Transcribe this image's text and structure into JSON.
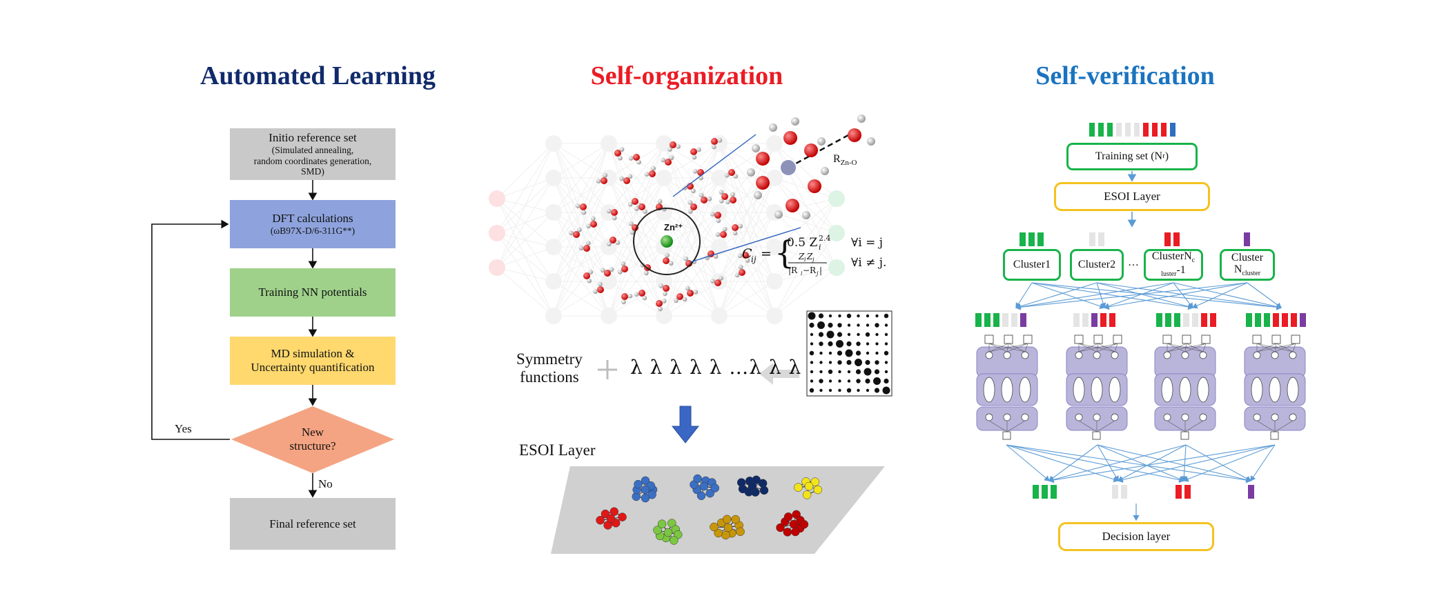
{
  "panels": {
    "left": {
      "title": "Automated Learning",
      "color": "#102a6b",
      "flow": {
        "init_main": "Initio reference set",
        "init_sub1": "(Simulated annealing,",
        "init_sub2": "random coordinates generation,",
        "init_sub3": "SMD)",
        "dft_main": "DFT calculations",
        "dft_sub": "(ωB97X-D/6-311G**)",
        "train": "Training NN potentials",
        "md_line1": "MD simulation &",
        "md_line2": "Uncertainty quantification",
        "decision_line1": "New",
        "decision_line2": "structure?",
        "yes": "Yes",
        "no": "No",
        "final": "Final reference set"
      }
    },
    "middle": {
      "title": "Self-organization",
      "color": "#ea1c24",
      "ion_label": "Zn²⁺",
      "rzno_main": "R",
      "rzno_sub": "Zn-O",
      "sym_line1": "Symmetry",
      "sym_line2": "functions",
      "lambdas": "λ λ λ λ λ …λ λ λ",
      "esoi": "ESOI Layer"
    },
    "right": {
      "title": "Self-verification",
      "color": "#1a73c0",
      "training_set": "Training  set (N",
      "training_sub": "r",
      "esoi": "ESOI Layer",
      "cluster1": "Cluster1",
      "cluster2": "Cluster2",
      "ellipsis": "…",
      "clusterNc_1": "ClusterN",
      "clusterNc_sub": "c",
      "clusterNc_2": "luster",
      "clusterNc_3": "-1",
      "clusterN_1": "Cluster",
      "clusterN_2": "N",
      "clusterN_sub": "cluster",
      "decision": "Decision layer"
    }
  },
  "colors": {
    "gray_box": "#c9c9c9",
    "blue_box": "#8ea3dd",
    "green_box": "#9fd18b",
    "yellow_box": "#ffd86e",
    "diamond": "#f4a482",
    "green": "#18b34a",
    "red": "#ea1c24",
    "purple": "#7a3ca0",
    "light": "#e4e4e4",
    "arrow_blue": "#5b9bd5"
  }
}
